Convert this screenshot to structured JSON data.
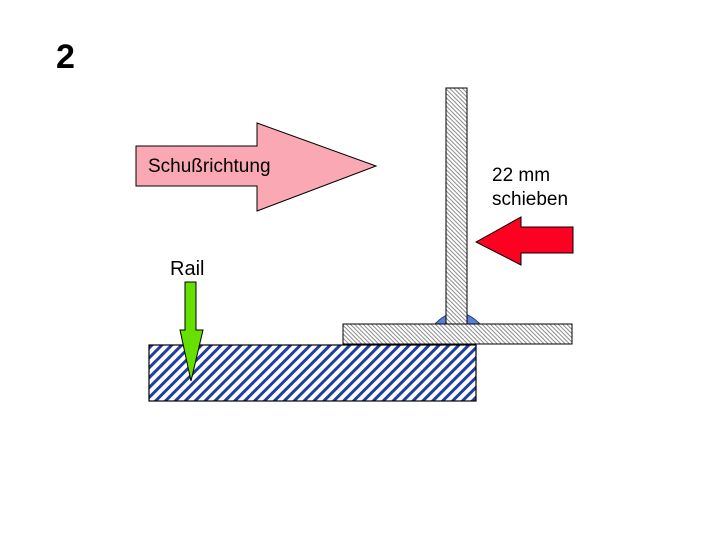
{
  "slide": {
    "number": "2"
  },
  "labels": {
    "direction": "Schußrichtung",
    "rail": "Rail",
    "push_line_1": "22 mm",
    "push_line_2": "schieben"
  },
  "colors": {
    "direction_arrow": "#F9A8B4",
    "push_arrow": "#FF0022",
    "rail_arrow": "#66E000",
    "base_hatch": "#1F3FA0",
    "plate_hatch": "#8C8C8C",
    "weld": "#5C7FD6"
  }
}
